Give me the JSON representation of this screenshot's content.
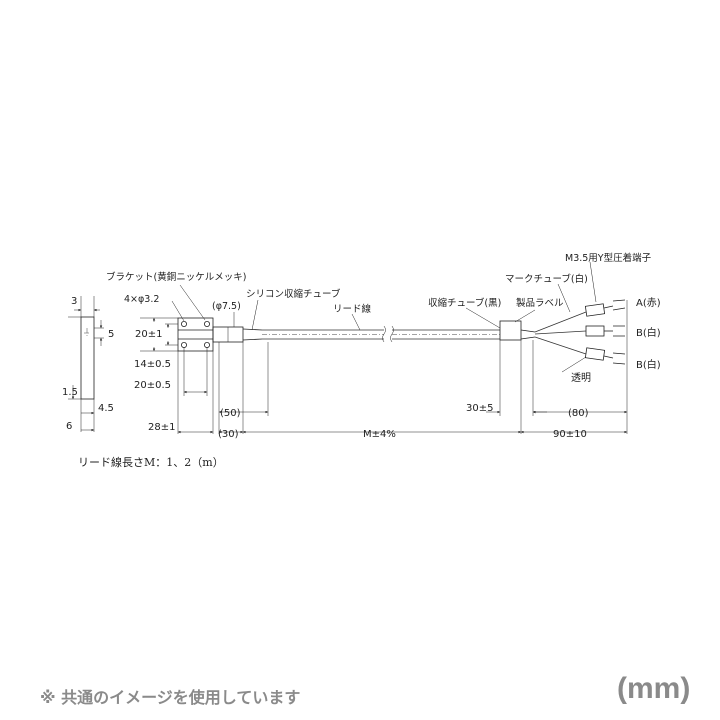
{
  "labels": {
    "bracket": "ブラケット(黄銅ニッケルメッキ)",
    "holes": "4×φ3.2",
    "phi": "(φ7.5)",
    "silicone_tube": "シリコン収縮チューブ",
    "lead_wire": "リード線",
    "shrink_black": "収縮チューブ(黒)",
    "product_label": "製品ラベル",
    "mark_tube": "マークチューブ(白)",
    "terminal": "M3.5用Y型圧着端子",
    "wire_a": "A(赤)",
    "wire_b1": "B(白)",
    "wire_b2": "B(白)",
    "transparent": "透明"
  },
  "dims": {
    "d3": "3",
    "d5": "5",
    "d1_5": "1.5",
    "d4_5": "4.5",
    "d6": "6",
    "d20_1": "20±1",
    "d14": "14±0.5",
    "d20_05": "20±0.5",
    "d28": "28±1",
    "d50": "(50)",
    "d30": "(30)",
    "dM": "M±4%",
    "d30_5": "30±5",
    "d80": "(80)",
    "d90": "90±10"
  },
  "note": "リード線長さM：1、2（m）",
  "footer": {
    "notice": "※ 共通のイメージを使用しています",
    "unit": "(mm)"
  }
}
